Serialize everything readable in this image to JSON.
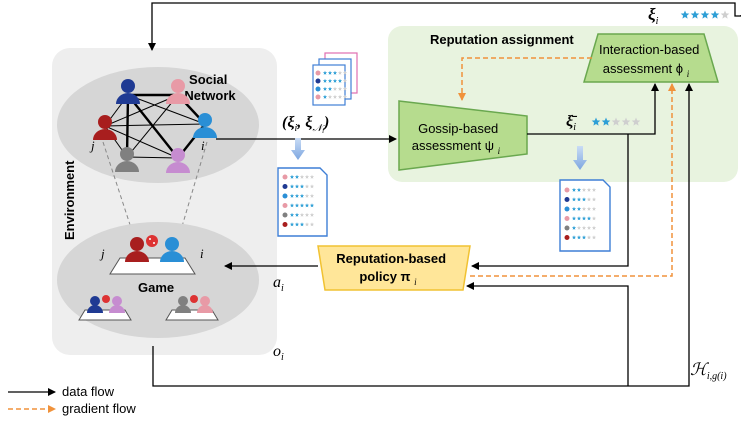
{
  "colors": {
    "env_bg": "#eeeeee",
    "ellipse_bg": "#d6d6d6",
    "reputation_bg": "#e8f3df",
    "green_fill": "#b6dc8e",
    "green_stroke": "#6aa84f",
    "yellow_fill": "#ffe699",
    "yellow_stroke": "#f1c232",
    "star_blue": "#2e9fd6",
    "star_grey": "#cfcfcf",
    "gradient_orange": "#f0923b",
    "doc_blue": "#3f7fd6"
  },
  "environment": {
    "label": "Environment"
  },
  "social_network": {
    "label_line1": "Social",
    "label_line2": "Network",
    "node_j": "j",
    "node_i": "i"
  },
  "game": {
    "label": "Game",
    "node_j": "j",
    "node_i": "i"
  },
  "reputation_assignment": {
    "title": "Reputation assignment"
  },
  "gossip_module": {
    "line1": "Gossip-based",
    "line2": "assessment ψ",
    "sub": "i"
  },
  "interaction_module": {
    "line1": "Interaction-based",
    "line2": "assessment ϕ",
    "sub": "i"
  },
  "policy_module": {
    "line1": "Reputation-based",
    "line2": "policy π",
    "sub": "i"
  },
  "math_labels": {
    "xi_top": "ξ",
    "xi_top_sub": "i",
    "xi_bar": "ξ̄",
    "xi_bar_sub": "i",
    "xi_pair_open": "(ξ",
    "xi_pair_sub1": "i",
    "xi_pair_mid": ", ξ",
    "xi_pair_sub2": "𝒩",
    "xi_pair_sub2b": "i",
    "xi_pair_close": ")",
    "a": "a",
    "a_sub": "i",
    "o": "o",
    "o_sub": "i",
    "H": "ℋ",
    "H_sub": "i,g(i)"
  },
  "legend": {
    "data_flow": "data flow",
    "gradient_flow": "gradient flow"
  },
  "icons": [
    "person-icon",
    "star-rating-icon",
    "document-icon",
    "dice-icon",
    "arrow-down-icon"
  ]
}
